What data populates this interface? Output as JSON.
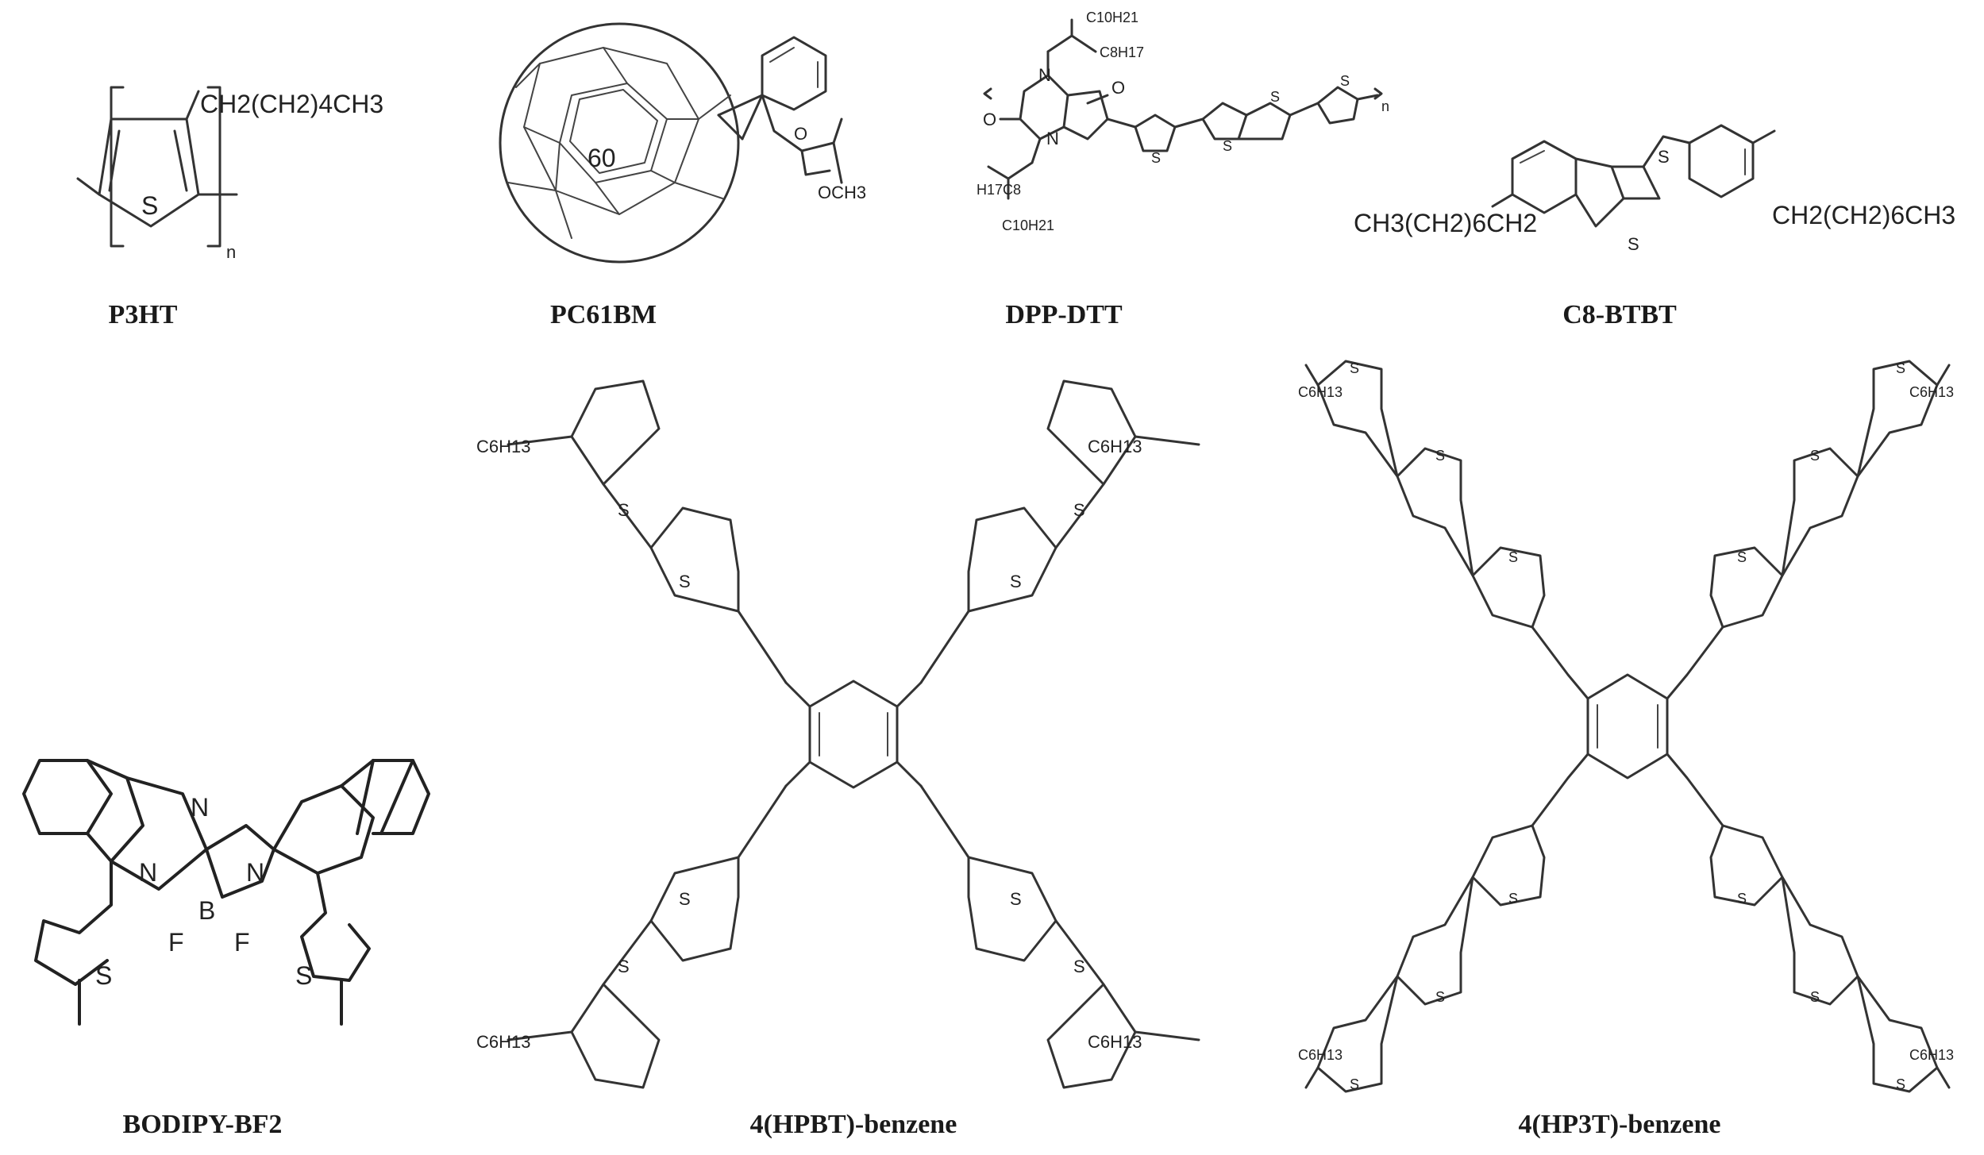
{
  "molecules": [
    {
      "id": "p3ht",
      "name": "P3HT",
      "side_chain": "CH2(CH2)4CH3",
      "repeat": "n",
      "atom": "S"
    },
    {
      "id": "pcbm",
      "name": "PC61BM",
      "cage_label": "60",
      "ester": "OCH3",
      "carbonyl": "O"
    },
    {
      "id": "dpp",
      "name": "DPP-DTT",
      "chain_a": "C10H21",
      "chain_b": "C8H17",
      "chain_c": "H17C8",
      "chain_d": "C10H21",
      "carbonyl": "O",
      "nitrogen": "N",
      "atom": "S",
      "repeat": "n"
    },
    {
      "id": "btbt",
      "name": "C8-BTBT",
      "left_chain": "CH3(CH2)6CH2",
      "right_chain": "CH2(CH2)6CH3",
      "atom": "S"
    },
    {
      "id": "bodipy",
      "name": "BODIPY-BF2",
      "n_bridge": "N",
      "n_left": "N",
      "n_right": "N",
      "boron": "B",
      "f_left": "F",
      "f_right": "F",
      "atom": "S"
    },
    {
      "id": "hpbt",
      "name": "4(HPBT)-benzene",
      "terminal": "C6H13",
      "atom": "S"
    },
    {
      "id": "hp3t",
      "name": "4(HP3T)-benzene",
      "terminal": "C6H13",
      "atom": "S"
    }
  ]
}
